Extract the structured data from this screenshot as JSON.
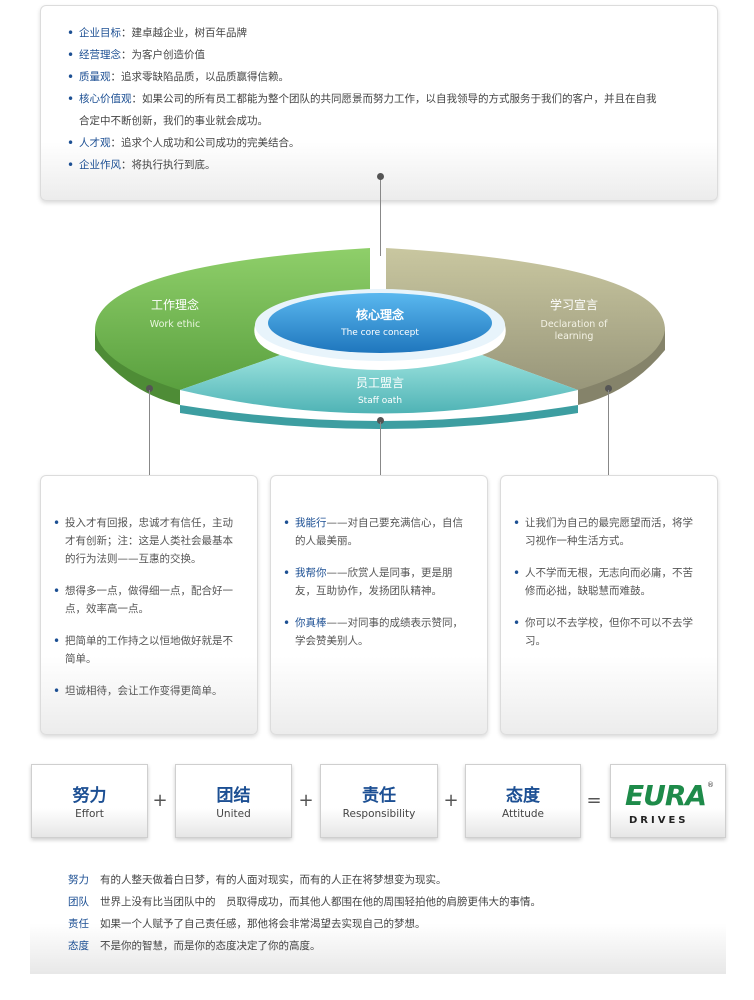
{
  "top_list": [
    {
      "label": "企业目标",
      "text": "：建卓越企业，树百年品牌"
    },
    {
      "label": "经营理念",
      "text": "：为客户创造价值"
    },
    {
      "label": "质量观",
      "text": "：追求零缺陷品质，以品质赢得信赖。"
    },
    {
      "label": "核心价值观",
      "text": "：如果公司的所有员工都能为整个团队的共同愿景而努力工作，以自我领导的方式服务于我们的客户，并且在自我",
      "cont": "合定中不断创新，我们的事业就会成功。"
    },
    {
      "label": "人才观",
      "text": "：追求个人成功和公司成功的完美结合。"
    },
    {
      "label": "企业作风",
      "text": "：将执行执行到底。"
    }
  ],
  "diagram": {
    "center_cn": "核心理念",
    "center_en": "The core concept",
    "left_cn": "工作理念",
    "left_en": "Work ethic",
    "right_cn": "学习宣言",
    "right_en1": "Declaration of",
    "right_en2": "learning",
    "bottom_cn": "员工盟言",
    "bottom_en": "Staff oath",
    "colors": {
      "left": "#7cc15a",
      "right": "#b6b48a",
      "bottom": "#7fd0cf",
      "center": "#3a9ad8"
    }
  },
  "col_left": [
    {
      "text": "投入才有回报，忠诚才有信任，主动才有创新；注：这是人类社会最基本的行为法则——互惠的交换。"
    },
    {
      "text": "想得多一点，做得细一点，配合好一点，效率高一点。"
    },
    {
      "text": "把简单的工作持之以恒地做好就是不简单。"
    },
    {
      "text": "坦诚相待，会让工作变得更简单。"
    }
  ],
  "col_mid": [
    {
      "kw": "我能行",
      "text": "——对自己要充满信心，自信的人最美丽。"
    },
    {
      "kw": "我帮你",
      "text": "——欣赏人是同事，更是朋友，互助协作，发扬团队精神。"
    },
    {
      "kw": "你真棒",
      "text": "——对同事的成绩表示赞同，学会赞美别人。"
    }
  ],
  "col_right": [
    {
      "text": "让我们为自己的最完愿望而活，将学习视作一种生活方式。"
    },
    {
      "text": "人不学而无根，无志向而必庸，不苦修而必拙，缺聪慧而难鼓。"
    },
    {
      "text": "你可以不去学校，但你不可以不去学习。"
    }
  ],
  "equation": [
    {
      "cn": "努力",
      "en": "Effort"
    },
    {
      "cn": "团结",
      "en": "United"
    },
    {
      "cn": "责任",
      "en": "Responsibility"
    },
    {
      "cn": "态度",
      "en": "Attitude"
    }
  ],
  "operators": {
    "plus": "+",
    "equals": "="
  },
  "logo": {
    "top": "EURA",
    "bottom": "DRIVES",
    "mark": "®"
  },
  "bottom_rows": [
    {
      "k": "努力",
      "v": "有的人整天做着白日梦，有的人面对现实，而有的人正在将梦想变为现实。"
    },
    {
      "k": "团队",
      "v": "世界上没有比当团队中的　员取得成功，而其他人都围在他的周围轻拍他的肩膀更伟大的事情。"
    },
    {
      "k": "责任",
      "v": "如果一个人赋予了自己责任感，那他将会非常渴望去实现自己的梦想。"
    },
    {
      "k": "态度",
      "v": "不是你的智慧，而是你的态度决定了你的高度。"
    }
  ]
}
